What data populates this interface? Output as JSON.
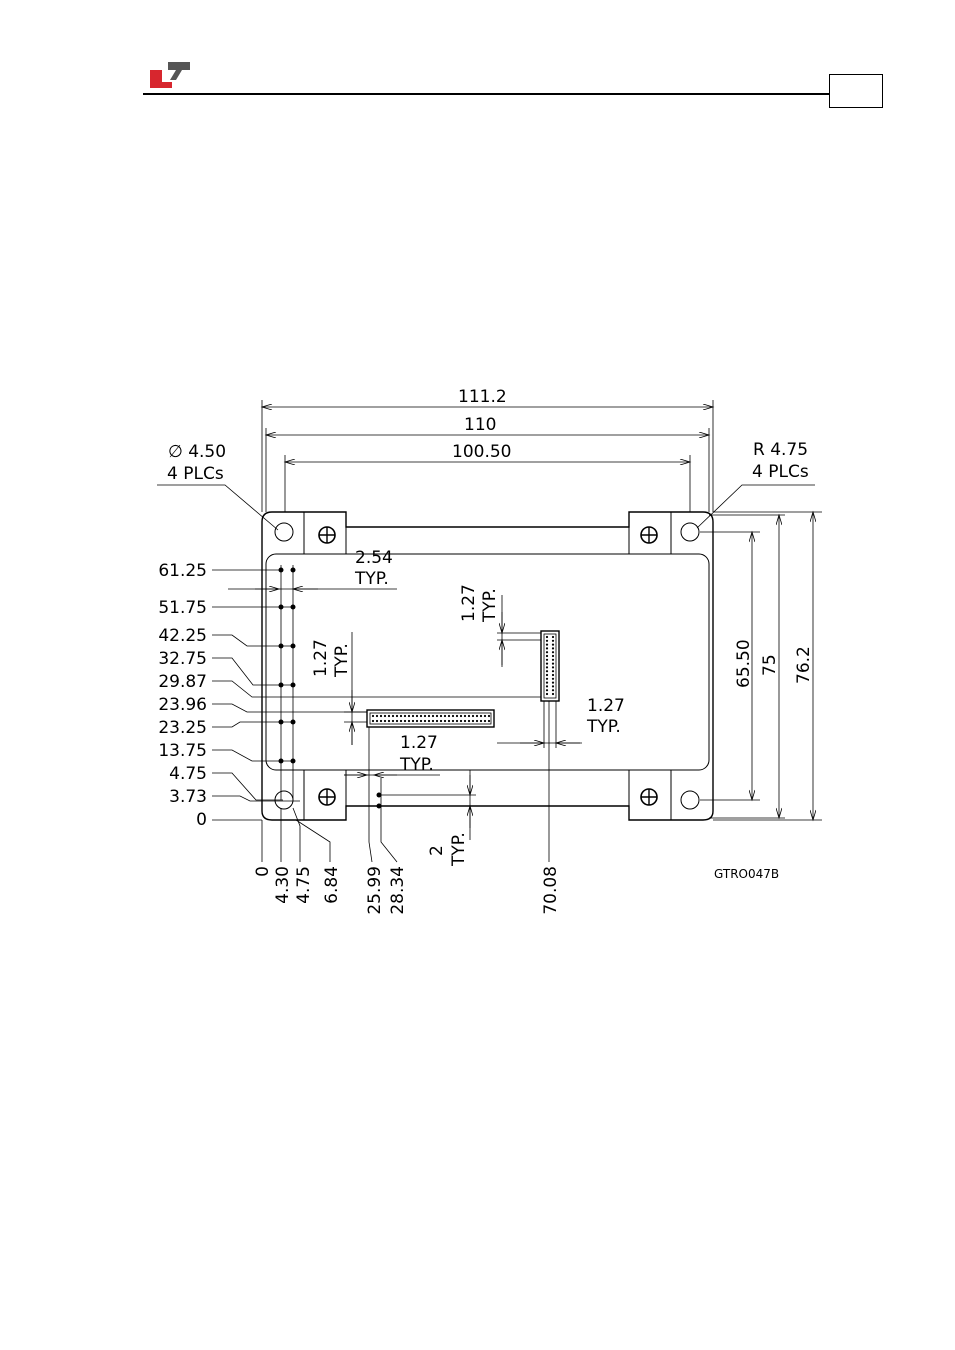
{
  "page": {
    "page_number": ""
  },
  "drawing": {
    "overall_width": "111.2",
    "width_110": "110",
    "hole_spacing_x": "100.50",
    "hole_diameter": "∅ 4.50",
    "hole_diameter_qty": "4 PLCs",
    "corner_radius": "R 4.75",
    "corner_radius_qty": "4 PLCs",
    "height_hole_spacing": "65.50",
    "height_75": "75",
    "height_overall": "76.2",
    "pitch_254": "2.54",
    "pitch_254_typ": "TYP.",
    "pitch_127_left": "1.27",
    "pitch_127_left_typ": "TYP.",
    "pitch_127_top": "1.27",
    "pitch_127_top_typ": "TYP.",
    "pitch_127_right": "1.27",
    "pitch_127_right_typ": "TYP.",
    "pitch_127_bottom": "1.27",
    "pitch_127_bottom_typ": "TYP.",
    "pitch_2": "2",
    "pitch_2_typ": "TYP.",
    "y_labels": [
      "61.25",
      "51.75",
      "42.25",
      "32.75",
      "29.87",
      "23.96",
      "23.25",
      "13.75",
      "4.75",
      "3.73",
      "0"
    ],
    "x_labels": [
      "0",
      "4.30",
      "4.75",
      "6.84",
      "25.99",
      "28.34",
      "70.08"
    ],
    "drawing_code": "GTRO047B"
  }
}
